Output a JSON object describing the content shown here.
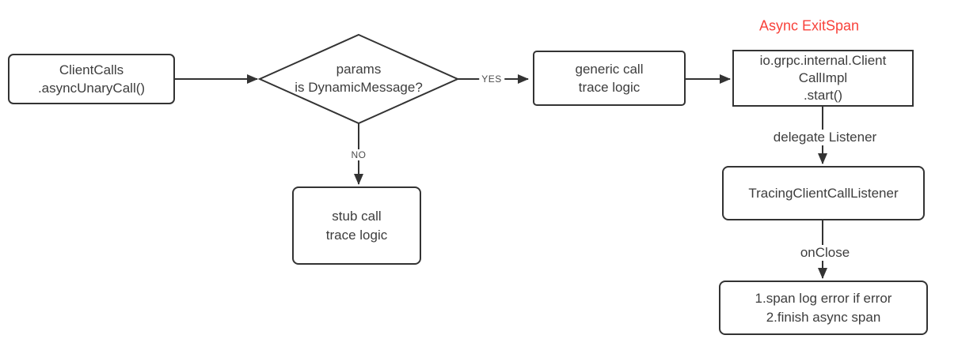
{
  "palette": {
    "line": "#333333",
    "text": "#3d3d3d",
    "muted": "#4d4d4d",
    "accent_red": "#f8423b",
    "bg": "#ffffff"
  },
  "diagram": {
    "annotation": "Async ExitSpan",
    "nodes": {
      "client_calls": {
        "label": "ClientCalls\n.asyncUnaryCall()"
      },
      "decision": {
        "label": "params\nis DynamicMessage?"
      },
      "generic_call": {
        "label": "generic call\ntrace logic"
      },
      "stub_call": {
        "label": "stub call\ntrace logic"
      },
      "grpc_client_call_impl": {
        "label": "io.grpc.internal.Client\nCallImpl\n.start()"
      },
      "tracing_listener": {
        "label": "TracingClientCallListener"
      },
      "on_close_actions": {
        "label": "1.span log error if error\n2.finish async span"
      }
    },
    "edge_labels": {
      "yes": "YES",
      "no": "NO",
      "delegate_listener": "delegate Listener",
      "on_close": "onClose"
    }
  }
}
